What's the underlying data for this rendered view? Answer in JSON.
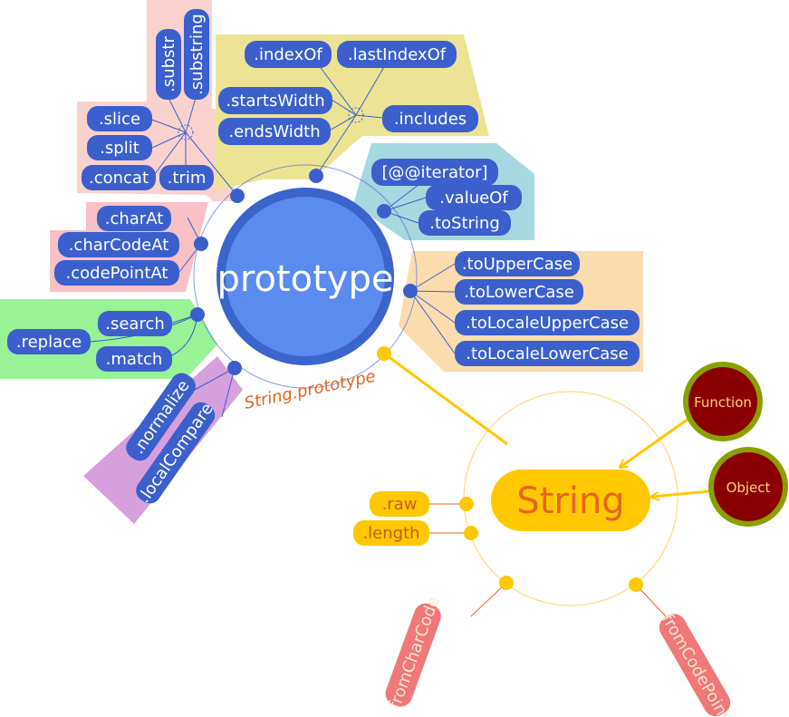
{
  "prototype": {
    "title": "prototype",
    "subtitle": "String.prototype"
  },
  "groups": {
    "sub": {
      "color": "#f9d2ce",
      "items": [
        ".substr",
        ".substring",
        ".slice",
        ".split",
        ".concat",
        ".trim"
      ]
    },
    "index": {
      "color": "#ece494",
      "items": [
        ".indexOf",
        ".lastIndexOf",
        ".startsWidth",
        ".endsWidth",
        ".includes"
      ]
    },
    "iter": {
      "color": "#a6d8e0",
      "items": [
        "[@@iterator]",
        ".valueOf",
        ".toString"
      ]
    },
    "case": {
      "color": "#fbdcae",
      "items": [
        ".toUpperCase",
        ".toLowerCase",
        ".toLocaleUpperCase",
        ".toLocaleLowerCase"
      ]
    },
    "char": {
      "color": "#f9c0c6",
      "items": [
        ".charAt",
        ".charCodeAt",
        ".codePointAt"
      ]
    },
    "search": {
      "color": "#98f296",
      "items": [
        ".search",
        ".replace",
        ".match"
      ]
    },
    "normalize": {
      "color": "#d6a0dc",
      "items": [
        ".normalize",
        ".localCompare"
      ]
    }
  },
  "string": {
    "title": "String",
    "props": [
      ".raw",
      ".length"
    ],
    "statics": [
      ".fromCharCode",
      ".fromCodePoint"
    ]
  },
  "parents": [
    "Function",
    "Object"
  ],
  "colors": {
    "pill": "#3b5fcc",
    "pill_text": "#ffffff",
    "proto_fill": "#5b8bef",
    "proto_ring": "#3b64cc",
    "string_fill": "#ffc800",
    "string_text": "#e8641c",
    "parent_fill": "#8a0000",
    "parent_ring": "#8aa000",
    "static_fill": "#f07878"
  }
}
